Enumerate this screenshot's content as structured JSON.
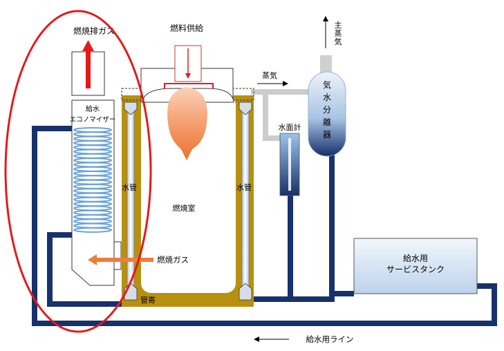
{
  "labels": {
    "exhaust_gas": "燃焼排ガス",
    "fuel_supply": "燃料供給",
    "steam": "蒸気",
    "main_steam": "主蒸気",
    "separator": "気水分離器",
    "water_gauge": "水面計",
    "economizer_top": "給水",
    "economizer_bottom": "エコノマイザー",
    "water_tube_left": "水管",
    "water_tube_right": "水管",
    "combustion_chamber": "燃焼室",
    "combustion_gas": "燃焼ガス",
    "header": "管寄",
    "tank_line1": "給水用",
    "tank_line2": "サービスタンク",
    "feed_line": "給水用ライン"
  },
  "colors": {
    "pipe_navy": "#17316b",
    "wall_gold": "#b8900f",
    "highlight_red": "#e41a1a",
    "flame_orange": "#f07a3a",
    "steam_gray": "#cccccc",
    "tank_fill": "#dde9f6",
    "coil_blue": "#6fa4d6"
  }
}
